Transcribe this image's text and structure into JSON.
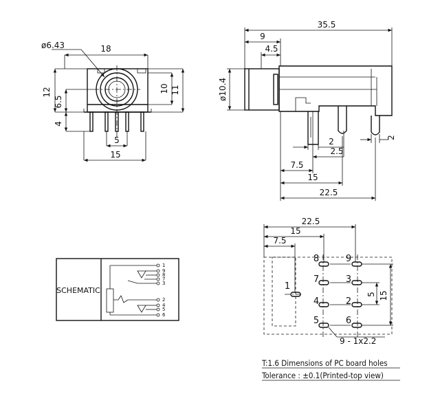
{
  "front_view": {
    "diameter": "ø6.43",
    "width_top": "18",
    "height_12": "12",
    "height_6_5": "6.5",
    "height_4": "4",
    "height_10": "10",
    "height_11": "11",
    "pin_5": "5",
    "width_15": "15"
  },
  "side_view": {
    "length": "35.5",
    "len_9": "9",
    "len_4_5": "4.5",
    "diameter": "ø10.4",
    "pin_2a": "2",
    "pin_2_5": "2.5",
    "pin_2b": "2",
    "d_7_5": "7.5",
    "d_15": "15",
    "d_22_5": "22.5"
  },
  "schematic": {
    "label": "SCHEMATIC",
    "pins": [
      "1",
      "9",
      "8",
      "7",
      "3",
      "2",
      "4",
      "5",
      "6"
    ]
  },
  "pcb": {
    "d_22_5": "22.5",
    "d_15": "15",
    "d_7_5": "7.5",
    "d_5": "5",
    "d_15v": "15",
    "hole_labels": [
      "8",
      "9",
      "7",
      "3",
      "1",
      "4",
      "2",
      "5",
      "6"
    ],
    "hole_callout": "9 - 1x2.2"
  },
  "notes": {
    "title": "T:1.6 Dimensions of PC board holes",
    "tolerance": "Tolerance : ±0.1(Printed-top view)"
  }
}
